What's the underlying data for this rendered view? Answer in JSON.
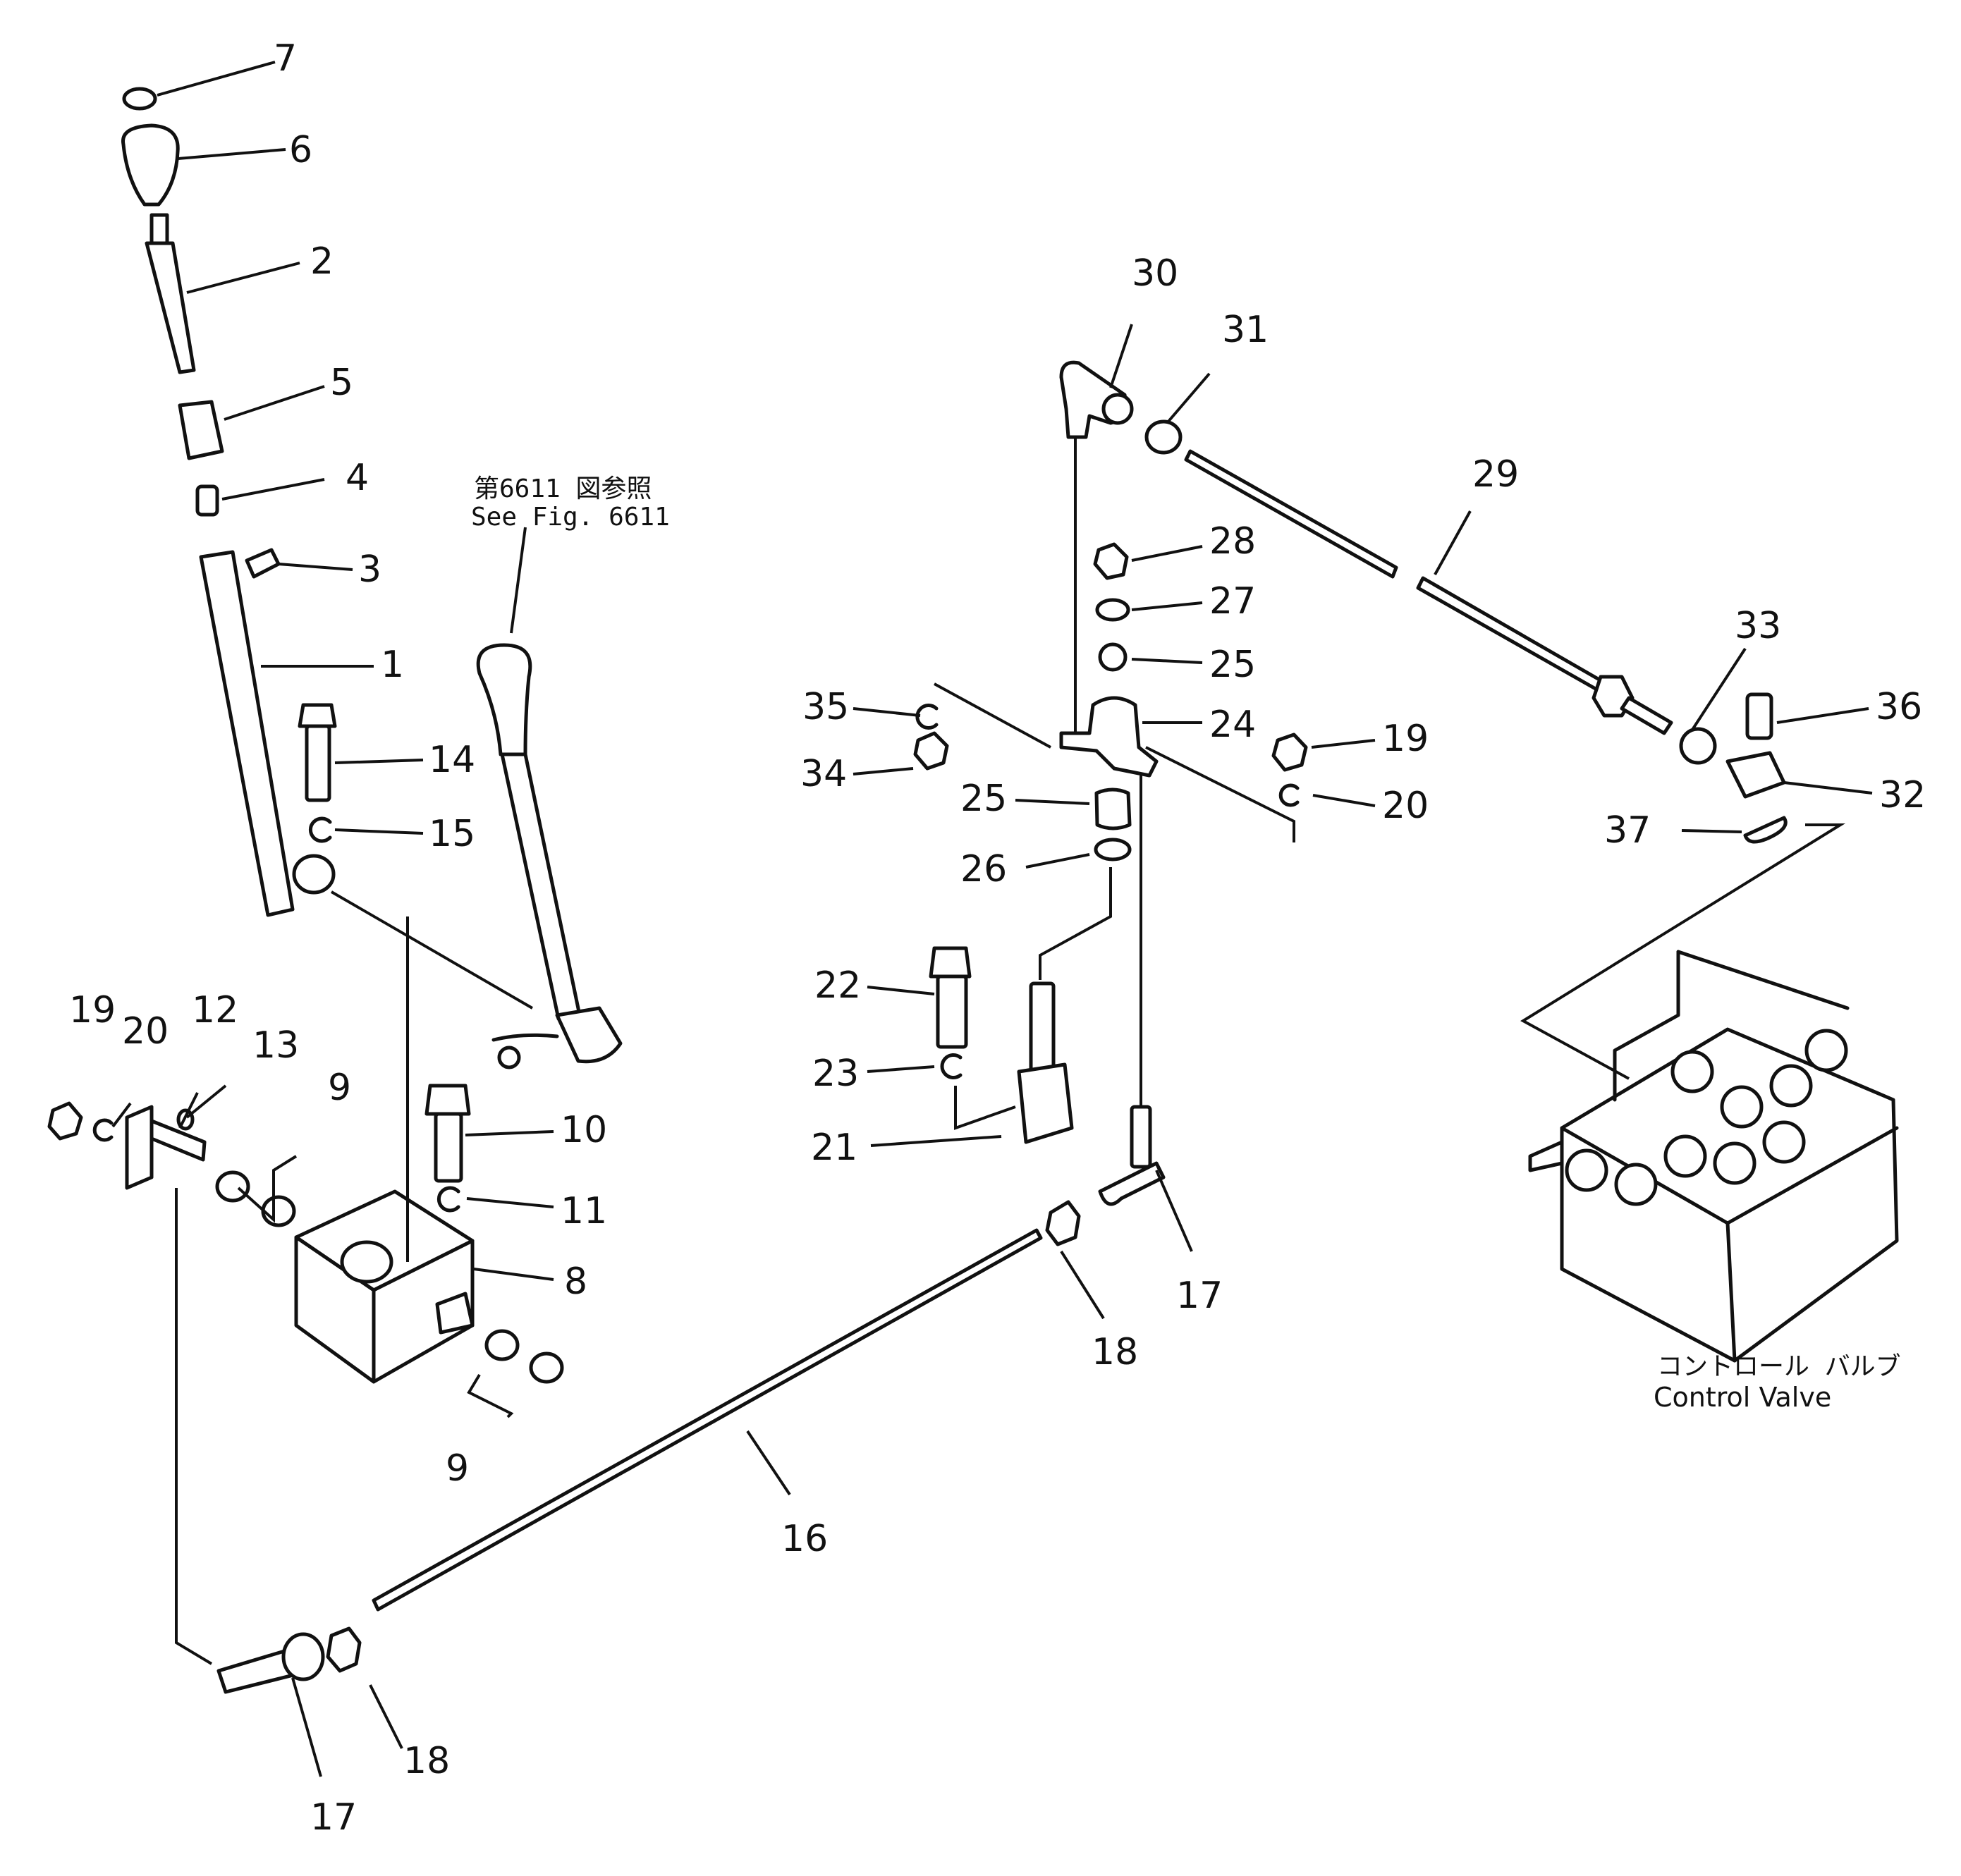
{
  "callouts": {
    "c1": "1",
    "c2": "2",
    "c3": "3",
    "c4": "4",
    "c5": "5",
    "c6": "6",
    "c7": "7",
    "c8": "8",
    "c9": "9",
    "c10": "10",
    "c11": "11",
    "c12": "12",
    "c13": "13",
    "c14": "14",
    "c15": "15",
    "c16": "16",
    "c17": "17",
    "c18": "18",
    "c19": "19",
    "c20": "20",
    "c21": "21",
    "c22": "22",
    "c23": "23",
    "c24": "24",
    "c25": "25",
    "c26": "26",
    "c27": "27",
    "c28": "28",
    "c29": "29",
    "c30": "30",
    "c31": "31",
    "c32": "32",
    "c33": "33",
    "c34": "34",
    "c35": "35",
    "c36": "36",
    "c37": "37"
  },
  "reference_note": {
    "japanese": "第6611 図参照",
    "english": "See Fig. 6611"
  },
  "control_valve": {
    "japanese": "コントロール バルブ",
    "english": "Control Valve"
  }
}
